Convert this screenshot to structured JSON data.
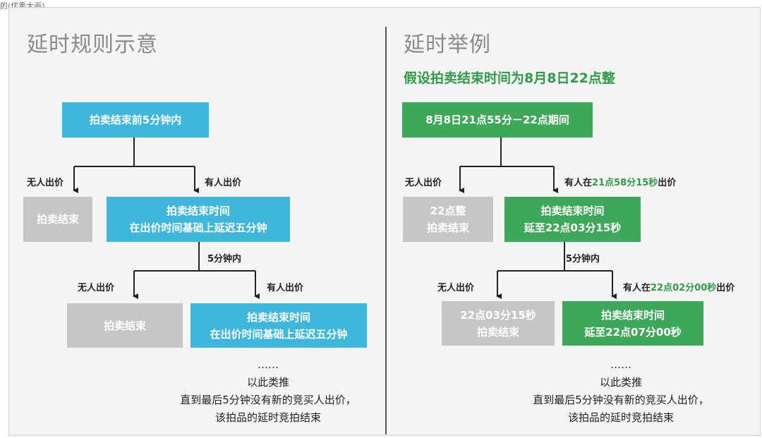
{
  "top_text": "的(优秀大画)",
  "left": {
    "heading": "延时规则示意",
    "box_start": "拍卖结束前5分钟内",
    "label_no_bid": "无人出价",
    "label_bid": "有人出价",
    "box_end": "拍卖结束",
    "box_extend_line1": "拍卖结束时间",
    "box_extend_line2": "在出价时间基础上延迟五分钟",
    "label_within5": "5分钟内",
    "label_no_bid2": "无人出价",
    "label_bid2": "有人出价",
    "box_end2": "拍卖结束",
    "box_extend2_line1": "拍卖结束时间",
    "box_extend2_line2": "在出价时间基础上延迟五分钟",
    "note_dots": "……",
    "note_line1": "以此类推",
    "note_line2": "直到最后5分钟没有新的竞买人出价，",
    "note_line3": "该拍品的延时竞拍结束"
  },
  "right": {
    "heading": "延时举例",
    "subtitle": "假设拍卖结束时间为8月8日22点整",
    "box_start": "8月8日21点55分－22点期间",
    "label_no_bid": "无人出价",
    "label_bid_prefix": "有人在",
    "label_bid_time": "21点58分15秒",
    "label_bid_suffix": "出价",
    "box_end_line1": "22点整",
    "box_end_line2": "拍卖结束",
    "box_extend_line1": "拍卖结束时间",
    "box_extend_line2": "延至22点03分15秒",
    "label_within5": "5分钟内",
    "label_no_bid2": "无人出价",
    "label_bid2_prefix": "有人在",
    "label_bid2_time": "22点02分00秒",
    "label_bid2_suffix": "出价",
    "box_end2_line1": "22点03分15秒",
    "box_end2_line2": "拍卖结束",
    "box_extend2_line1": "拍卖结束时间",
    "box_extend2_line2": "延至22点07分00秒",
    "note_dots": "……",
    "note_line1": "以此类推",
    "note_line2": "直到最后5分钟没有新的竞买人出价，",
    "note_line3": "该拍品的延时竞拍结束"
  },
  "colors": {
    "blue": "#3fb7dd",
    "green": "#3ea85a",
    "grey": "#c6c6c6",
    "highlight": "#2f9a48"
  }
}
